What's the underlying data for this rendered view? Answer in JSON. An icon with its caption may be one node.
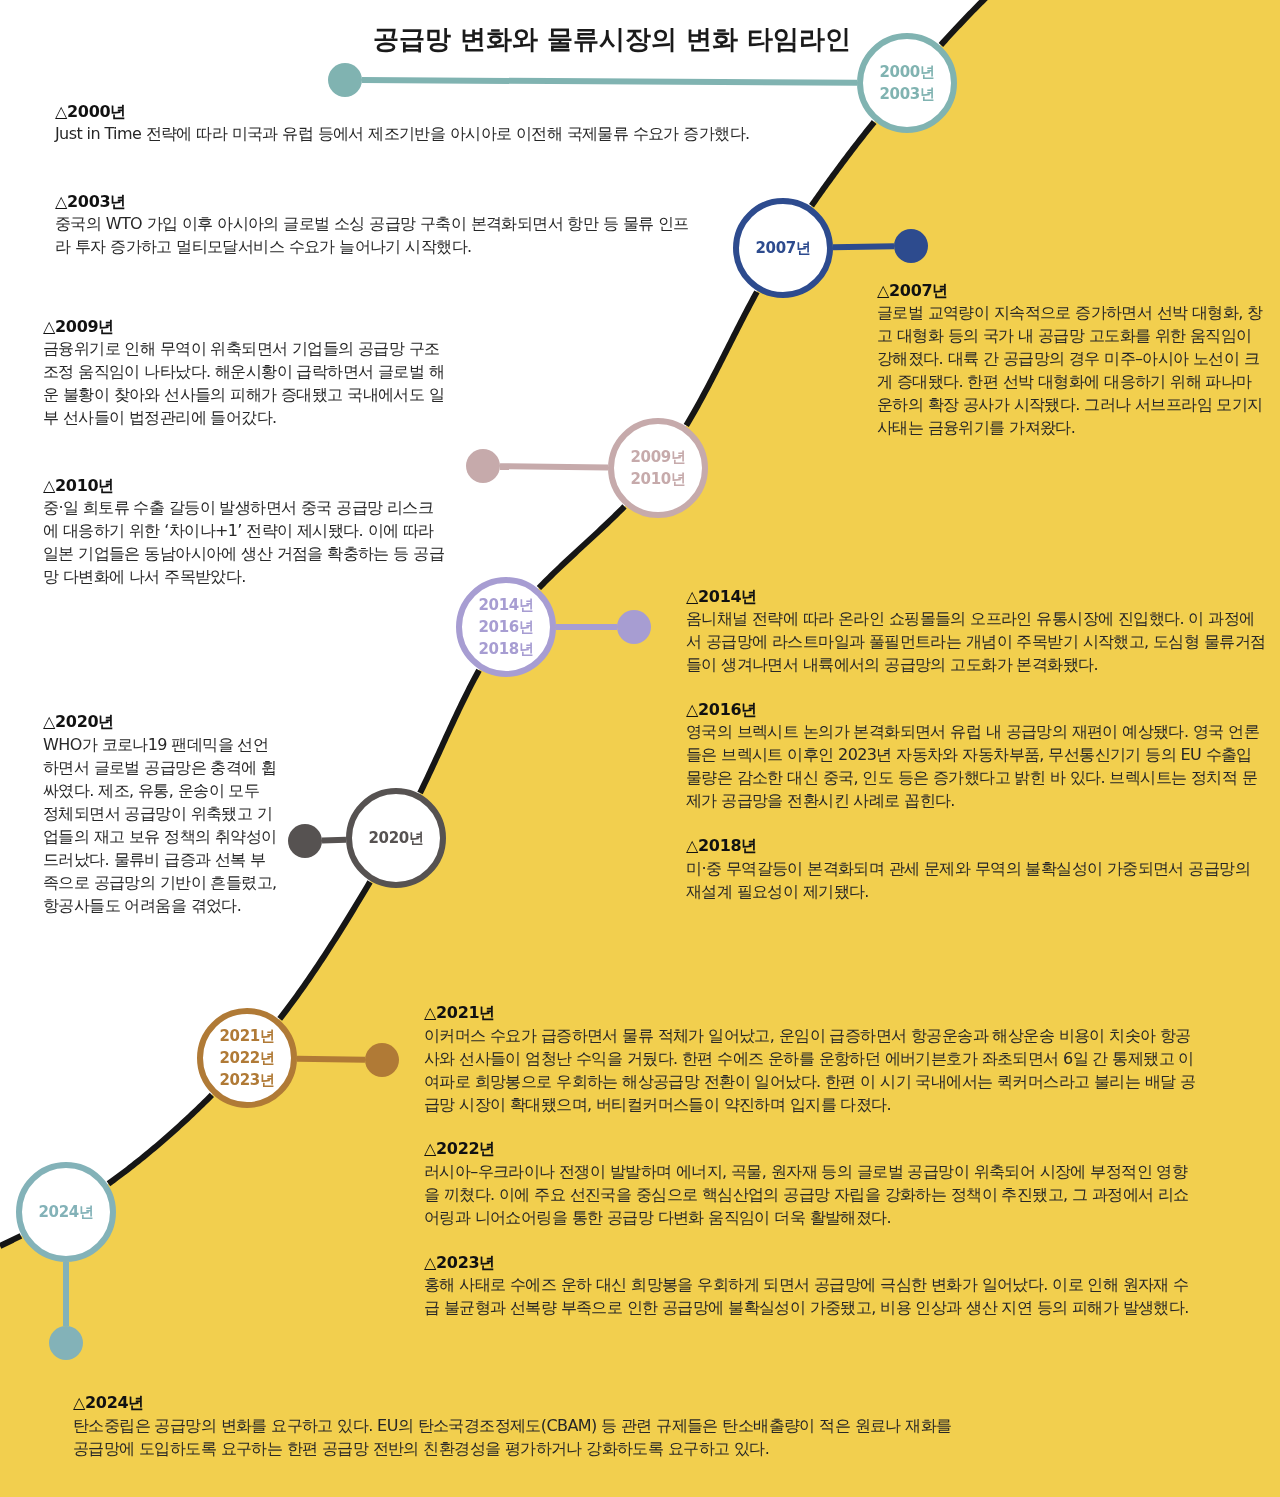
{
  "diagram": {
    "title": "공급망 변화와 물류시장의 변화 타임라인",
    "nodes": [
      {
        "text": [],
        "shape": "circle"
      },
      {
        "text": [
          "2000년 2003년"
        ]
      },
      {
        "text": [
          "2007년"
        ]
      },
      {
        "text": [],
        "shape": "circle"
      },
      {
        "text": [],
        "shape": "circle"
      },
      {
        "text": [
          "2009년 2010년"
        ]
      },
      {
        "text": [
          "2014년 2016년 2018년"
        ]
      },
      {
        "text": [],
        "shape": "circle"
      },
      {
        "text": [],
        "shape": "circle"
      },
      {
        "text": [
          "2020년"
        ]
      },
      {
        "text": [
          "2021년 2022년 2023년"
        ]
      },
      {
        "text": [],
        "shape": "circle"
      },
      {
        "text": [
          "2024년"
        ]
      },
      {
        "text": [],
        "shape": "circle"
      }
    ],
    "edges": [
      {
        "from": null,
        "to": 1,
        "arrow": "none"
      },
      {
        "from": 1,
        "to": 0,
        "arrow": "none",
        "color": "#80b3b1"
      },
      {
        "from": 1,
        "to": 2,
        "arrow": "none"
      },
      {
        "from": 2,
        "to": 3,
        "arrow": "none",
        "color": "#2d4b8e"
      },
      {
        "from": 2,
        "to": 5,
        "arrow": "none"
      },
      {
        "from": 5,
        "to": 4,
        "arrow": "none",
        "color": "#c6aaab"
      },
      {
        "from": 5,
        "to": 6,
        "arrow": "none"
      },
      {
        "from": 6,
        "to": 7,
        "arrow": "none",
        "color": "#a79dd2"
      },
      {
        "from": 6,
        "to": 9,
        "arrow": "none"
      },
      {
        "from": 9,
        "to": 8,
        "arrow": "none",
        "color": "#565251"
      },
      {
        "from": 9,
        "to": 10,
        "arrow": "none"
      },
      {
        "from": 10,
        "to": 11,
        "arrow": "none",
        "color": "#b07a36"
      },
      {
        "from": 10,
        "to": 12,
        "arrow": "none"
      },
      {
        "from": 12,
        "to": 13,
        "arrow": "none",
        "color": "#83b2b8"
      },
      {
        "from": 12,
        "to": null,
        "arrow": "none"
      }
    ],
    "labels": [
      "△2000년",
      "Just in Time 전략에 따라 미국과 유럽 등에서 제조기반을 아시아로 이전해 국제물류 수요가 증가했다.",
      "△2003년",
      "중국의 WTO 가입 이후 아시아의 글로벌 소싱 공급망 구축이 본격화되면서 항만 등 물류 인프라 투자 증가하고 멀티모달서비스 수요가 늘어나기 시작했다.",
      "△2007년",
      "글로벌 교역량이 지속적으로 증가하면서 선박 대형화, 창고 대형화 등의 국가 내 공급망 고도화를 위한 움직임이 강해졌다. 대륙 간 공급망의 경우 미주–아시아 노선이 크게 증대됐다. 한편 선박 대형화에 대응하기 위해 파나마운하의 확장 공사가 시작됐다. 그러나 서브프라임 모기지 사태는 금융위기를 가져왔다.",
      "△2009년",
      "금융위기로 인해 무역이 위축되면서 기업들의 공급망 구조조정 움직임이 나타났다. 해운시황이 급락하면서 글로벌 해운 불황이 찾아와 선사들의 피해가 증대됐고 국내에서도 일부 선사들이 법정관리에 들어갔다.",
      "△2010년",
      "중·일 희토류 수출 갈등이 발생하면서 중국 공급망 리스크에 대응하기 위한 ‘차이나+1’ 전략이 제시됐다. 이에 따라 일본 기업들은 동남아시아에 생산 거점을 확충하는 등 공급망 다변화에 나서 주목받았다.",
      "△2014년",
      "옴니채널 전략에 따라 온라인 쇼핑몰들의 오프라인 유통시장에 진입했다. 이 과정에서 공급망에 라스트마일과 풀필먼트라는 개념이 주목받기 시작했고, 도심형 물류거점들이 생겨나면서 내륙에서의 공급망의 고도화가 본격화됐다.",
      "△2016년",
      "영국의 브렉시트 논의가 본격화되면서 유럽 내 공급망의 재편이 예상됐다. 영국 언론들은 브렉시트 이후인 2023년 자동차와 자동차부품, 무선통신기기 등의 EU 수출입 물량은 감소한 대신 중국, 인도 등은 증가했다고 밝힌 바 있다. 브렉시트는 정치적 문제가 공급망을 전환시킨 사례로 꼽힌다.",
      "△2018년",
      "미·중 무역갈등이 본격화되며 관세 문제와 무역의 불확실성이 가중되면서 공급망의 재설계 필요성이 제기됐다.",
      "△2020년",
      "WHO가 코로나19 팬데믹을 선언하면서 글로벌 공급망은 충격에 휩싸였다. 제조, 유통, 운송이 모두 정체되면서 공급망이 위축됐고 기업들의 재고 보유 정책의 취약성이 드러났다. 물류비 급증과 선복 부족으로 공급망의 기반이 흔들렸고, 항공사들도 어려움을 겪었다.",
      "△2021년",
      "이커머스 수요가 급증하면서 물류 적체가 일어났고, 운임이 급증하면서 항공운송과 해상운송 비용이 치솟아 항공사와 선사들이 엄청난 수익을 거뒀다. 한편 수에즈 운하를 운항하던 에버기븐호가 좌초되면서 6일 간 통제됐고 이 여파로 희망봉으로 우회하는 해상공급망 전환이 일어났다. 한편 이 시기 국내에서는 퀵커머스라고 불리는 배달 공급망 시장이 확대됐으며, 버티컬커머스들이 약진하며 입지를 다졌다.",
      "△2022년",
      "러시아–우크라이나 전쟁이 발발하며 에너지, 곡물, 원자재 등의 글로벌 공급망이 위축되어 시장에 부정적인 영향을 끼쳤다. 이에 주요 선진국을 중심으로 핵심산업의 공급망 자립을 강화하는 정책이 추진됐고, 그 과정에서 리쇼어링과 니어쇼어링을 통한 공급망 다변화 움직임이 더욱 활발해졌다.",
      "△2023년",
      "홍해 사태로 수에즈 운하 대신 희망봉을 우회하게 되면서 공급망에 극심한 변화가 일어났다. 이로 인해 원자재 수급 불균형과 선복량 부족으로 인한 공급망에 불확실성이 가중됐고, 비용 인상과 생산 지연 등의 피해가 발생했다.",
      "△2024년",
      "탄소중립은 공급망의 변화를 요구하고 있다. EU의 탄소국경조정제도(CBAM) 등 관련 규제들은 탄소배출량이 적은 원료나 재화를 공급망에 도입하도록 요구하는 한편 공급망 전반의 친환경성을 평가하거나 강화하도록 요구하고 있다."
    ]
  }
}
